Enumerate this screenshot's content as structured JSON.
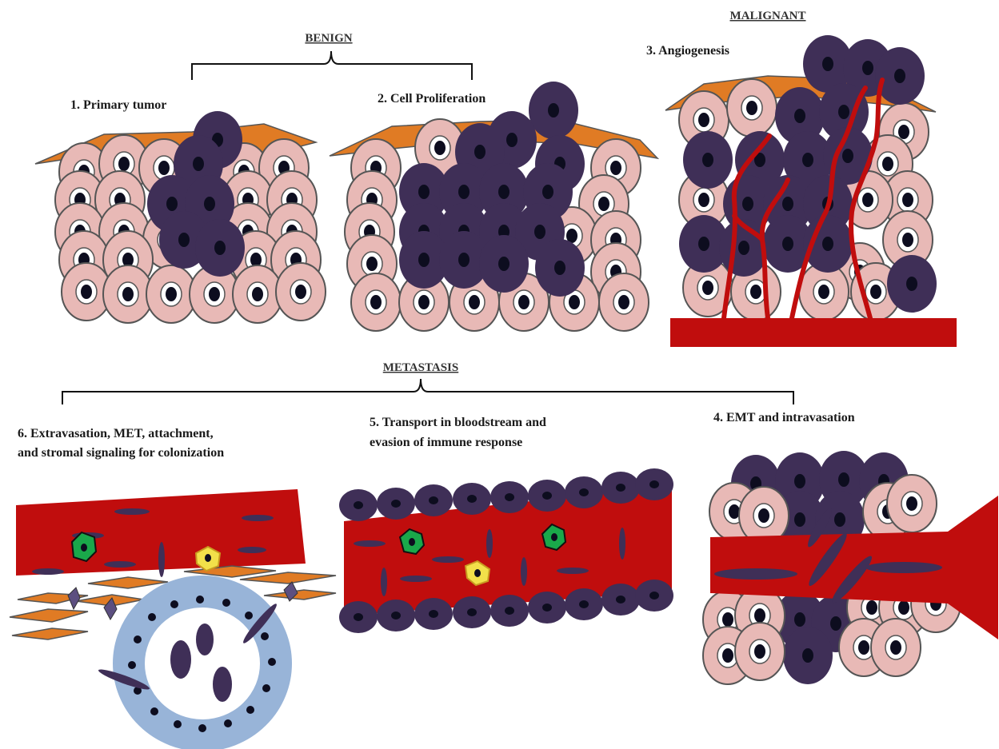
{
  "headers": {
    "benign": "BENIGN",
    "malignant": "MALIGNANT",
    "metastasis": "METASTASIS"
  },
  "steps": {
    "s1": "1. Primary tumor",
    "s2": "2. Cell Proliferation",
    "s3": "3. Angiogenesis",
    "s4": "4. EMT and intravasation",
    "s5_line1": "5. Transport in bloodstream and",
    "s5_line2": "evasion of immune response",
    "s6_line1": "6. Extravasation, MET, attachment,",
    "s6_line2": "and stromal signaling for colonization"
  },
  "colors": {
    "normal_cell": "#e8b9b6",
    "tumor_cell": "#3f2f57",
    "nucleus": "#0d0d1f",
    "vessel": "#c00d0d",
    "stroma": "#e07b24",
    "immune_green": "#1aa84a",
    "immune_yellow": "#f2e04a",
    "colonization_ring": "#98b4d8"
  }
}
